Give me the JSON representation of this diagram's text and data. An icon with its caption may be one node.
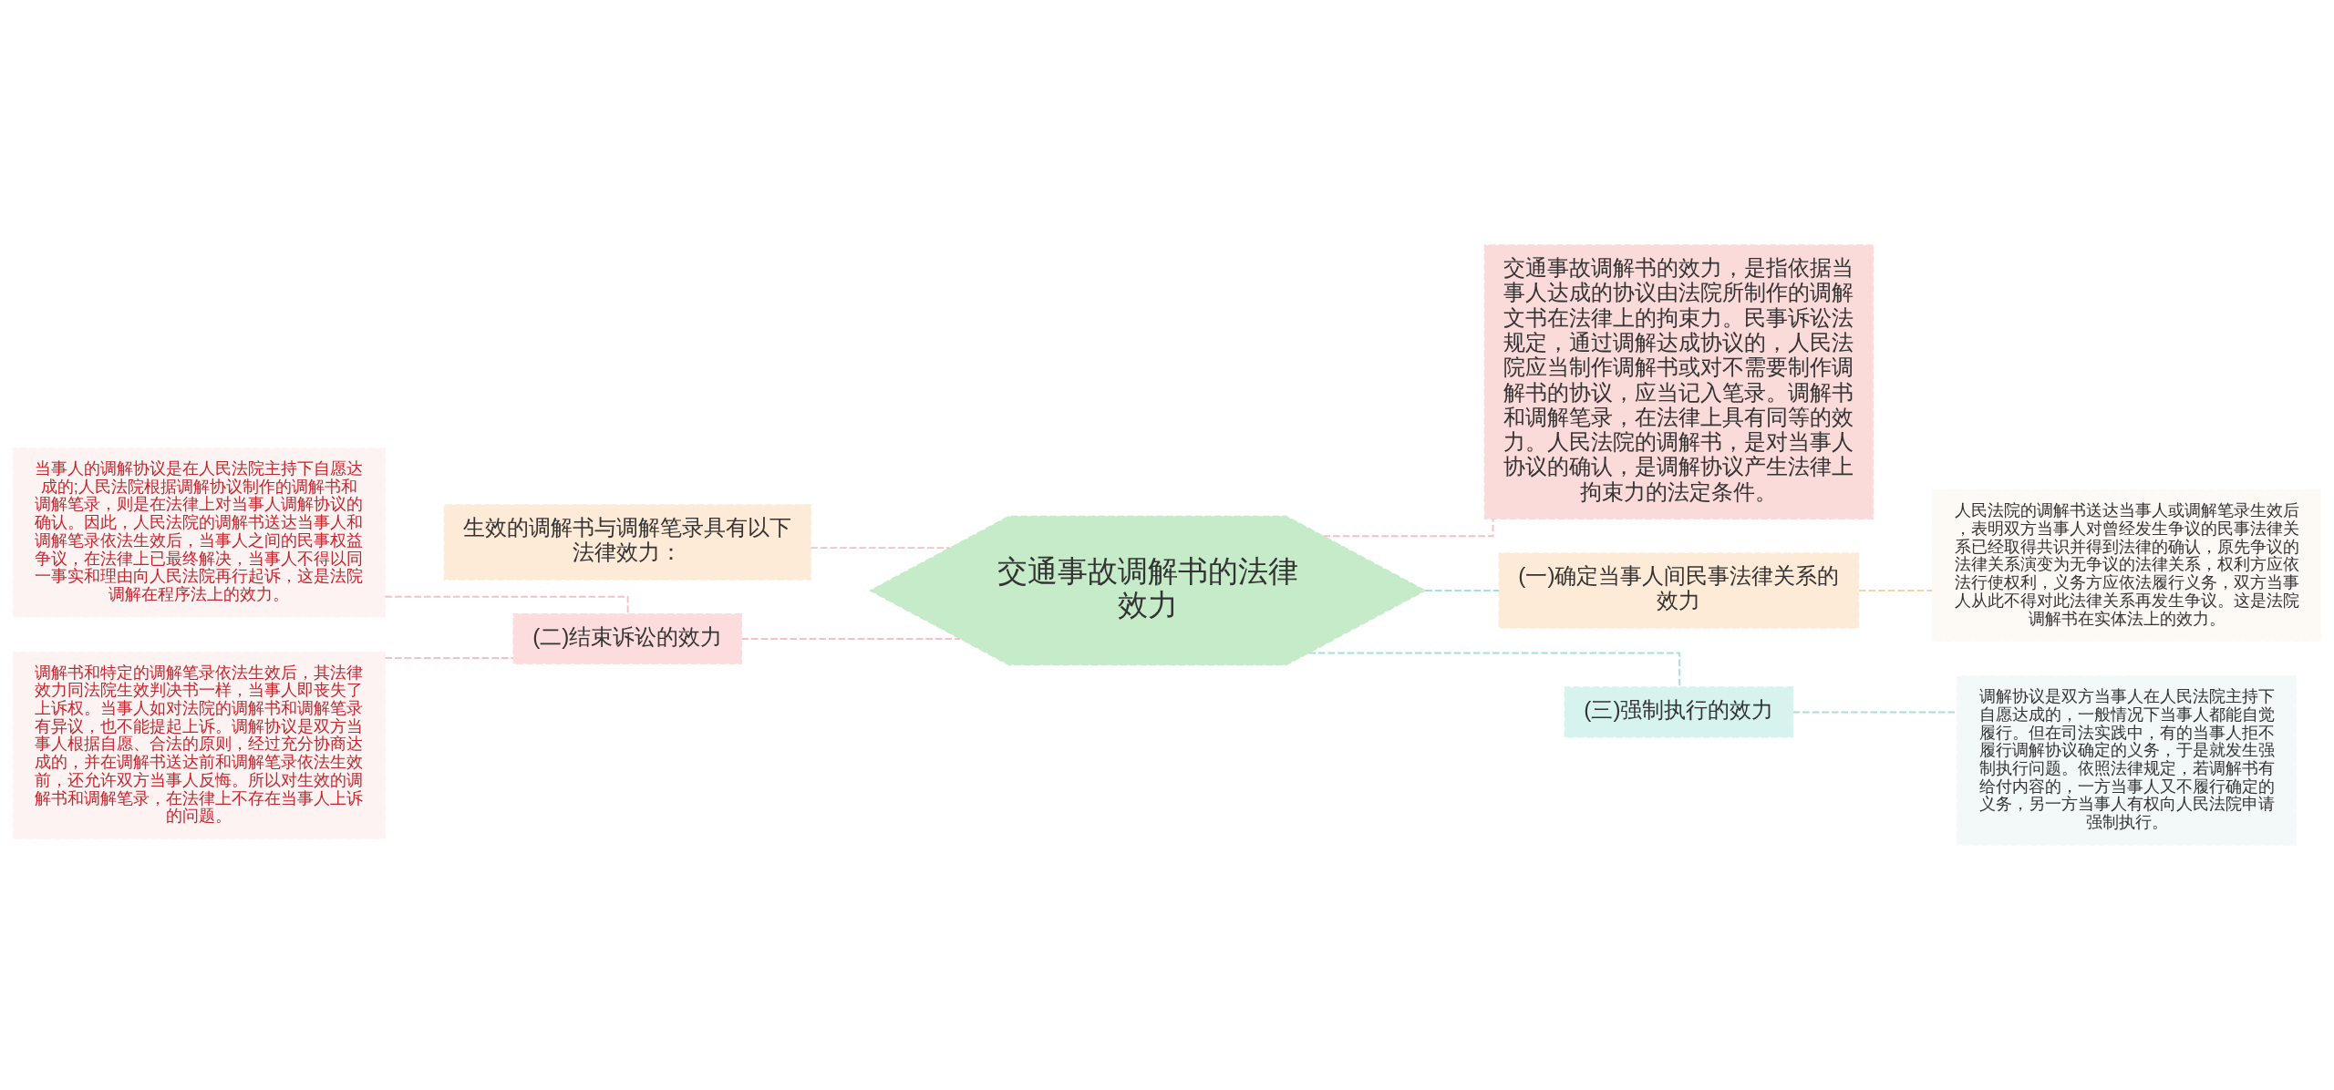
{
  "diagram": {
    "nodes": [
      {
        "text": [
          "交通事故调解书的法律效力"
        ]
      },
      {
        "text": [
          "生效的调解书与调解笔录具有以下法律效力："
        ]
      },
      {
        "text": [
          "(二)结束诉讼的效力"
        ]
      },
      {
        "text": [
          "当事人的调解协议是在人民法院主持下自愿达成的;人民法院根据调解协议制作的调解书和调解笔录，则是在法律上对当事人调解协议的确认。因此，人民法院的调解书送达当事人和调解笔录依法生效后，当事人之间的民事权益争议，在法律上已最终解决，当事人不得以同一事实和理由向人民法院再行起诉，这是法院调解在程序法上的效力。"
        ]
      },
      {
        "text": [
          "调解书和特定的调解笔录依法生效后，其法律效力同法院生效判决书一样，当事人即丧失了上诉权。当事人如对法院的调解书和调解笔录有异议，也不能提起上诉。调解协议是双方当事人根据自愿、合法的原则，经过充分协商达成的，并在调解书送达前和调解笔录依法生效前，还允许双方当事人反悔。所以对生效的调解书和调解笔录，在法律上不存在当事人上诉的问题。"
        ]
      },
      {
        "text": [
          "交通事故调解书的效力，是指依据当事人达成的协议由法院所制作的调解文书在法律上的拘束力。民事诉讼法规定，通过调解达成协议的，人民法院应当制作调解书或对不需要制作调解书的协议，应当记入笔录。调解书和调解笔录，在法律上具有同等的效力。人民法院的调解书，是对当事人协议的确认，是调解协议产生法律上拘束力的法定条件。"
        ]
      },
      {
        "text": [
          "(一)确定当事人间民事法律关系的效力"
        ]
      },
      {
        "text": [
          "人民法院的调解书送达当事人或调解笔录生效后，表明双方当事人对曾经发生争议的民事法律关系已经取得共识并得到法律的确认，原先争议的法律关系演变为无争议的法律关系，权利方应依法行使权利，义务方应依法履行义务，双方当事人从此不得对此法律关系再发生争议。这是法院调解书在实体法上的效力。"
        ]
      },
      {
        "text": [
          "(三)强制执行的效力"
        ]
      },
      {
        "text": [
          "调解协议是双方当事人在人民法院主持下自愿达成的，一般情况下当事人都能自觉履行。但在司法实践中，有的当事人拒不履行调解协议确定的义务，于是就发生强制执行问题。依照法律规定，若调解书有给付内容的，一方当事人又不履行确定的义务，另一方当事人有权向人民法院申请强制执行。"
        ]
      }
    ],
    "edges": [
      {
        "from": 0,
        "to": 1,
        "arrow": "none",
        "style": "dashed"
      },
      {
        "from": 0,
        "to": 2,
        "arrow": "none",
        "style": "dashed"
      },
      {
        "from": 2,
        "to": 3,
        "arrow": "none",
        "style": "dashed"
      },
      {
        "from": 2,
        "to": 4,
        "arrow": "none",
        "style": "dashed"
      },
      {
        "from": 0,
        "to": 5,
        "arrow": "none",
        "style": "dashed"
      },
      {
        "from": 0,
        "to": 6,
        "arrow": "none",
        "style": "dashed",
        "color": "#a9dfd6"
      },
      {
        "from": 6,
        "to": 7,
        "arrow": "none",
        "style": "dashed",
        "color": "#f5d2ae"
      },
      {
        "from": 0,
        "to": 8,
        "arrow": "none",
        "style": "dashed",
        "color": "#a9dfd6"
      },
      {
        "from": 8,
        "to": 9,
        "arrow": "none",
        "style": "dashed",
        "color": "#a9dfd6"
      }
    ]
  }
}
